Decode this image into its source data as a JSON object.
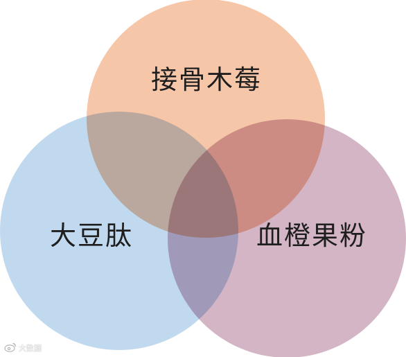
{
  "diagram": {
    "type": "venn",
    "sets": [
      {
        "id": "top",
        "label": "接骨木莓",
        "color": "#f4b893"
      },
      {
        "id": "left",
        "label": "大豆肽",
        "color": "#b1cfea"
      },
      {
        "id": "right",
        "label": "血橙果粉",
        "color": "#c9a3b6"
      }
    ]
  },
  "watermark": {
    "text": "大数据",
    "icon": "weibo-logo-icon"
  }
}
